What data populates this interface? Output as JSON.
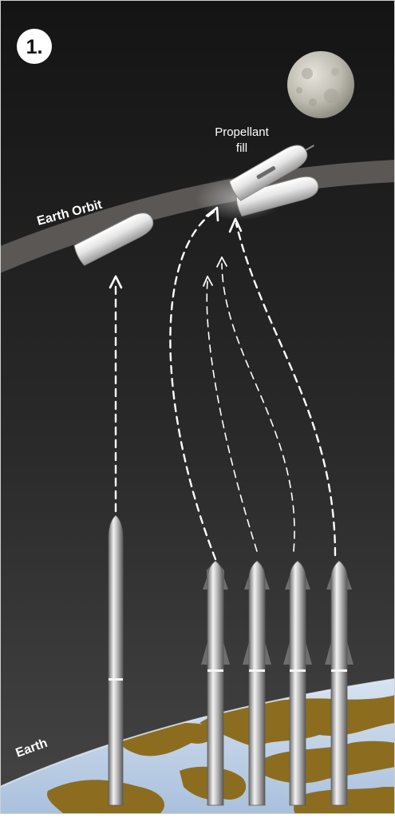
{
  "step_badge": "1.",
  "orbit_label": "Earth Orbit",
  "propellant_label_line1": "Propellant",
  "propellant_label_line2": "fill",
  "earth_label": "Earth",
  "colors": {
    "space_top": "#161616",
    "space_bottom": "#3f3f3f",
    "orbit_band": "#5e5b57",
    "ocean": "#b7cde6",
    "land": "#8c6d1f",
    "rocket_metal": "#bfbfbf",
    "tanker_fins": "#6e6e6e",
    "trajectory": "#ffffff"
  }
}
